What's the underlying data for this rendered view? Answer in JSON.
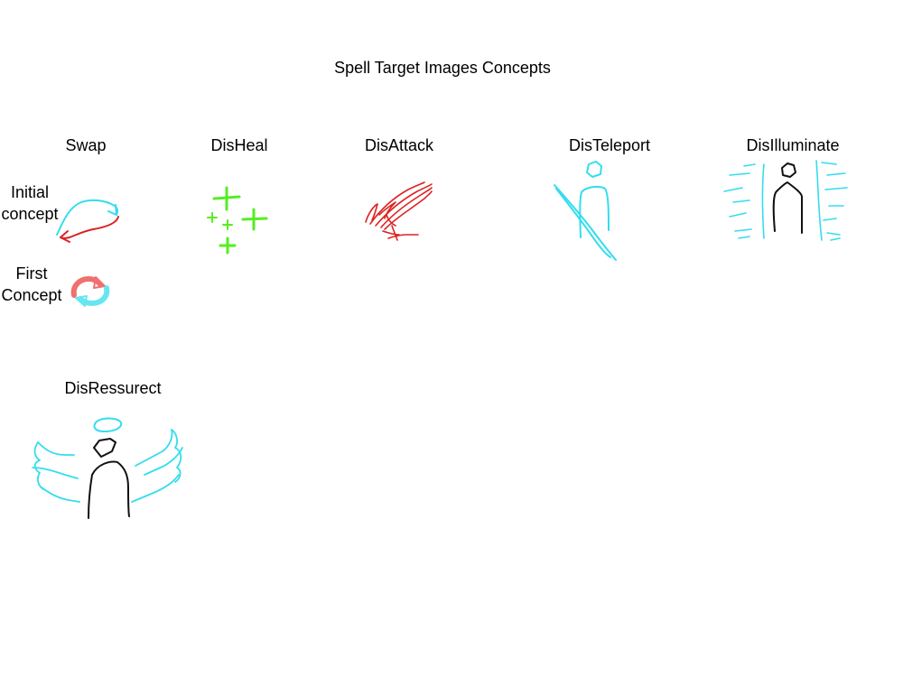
{
  "title": "Spell Target Images Concepts",
  "concepts": {
    "swap": "Swap",
    "disheal": "DisHeal",
    "disattack": "DisAttack",
    "disteleport": "DisTeleport",
    "disilluminate": "DisIlluminate",
    "disressurect": "DisRessurect"
  },
  "swap_rows": {
    "initial": "Initial concept",
    "first": "First Concept"
  },
  "colors": {
    "cyan": "#33ddee",
    "red": "#dd2222",
    "green": "#55ee22",
    "black": "#111111",
    "salmon": "#f07070",
    "light_cyan": "#66e6f0"
  }
}
